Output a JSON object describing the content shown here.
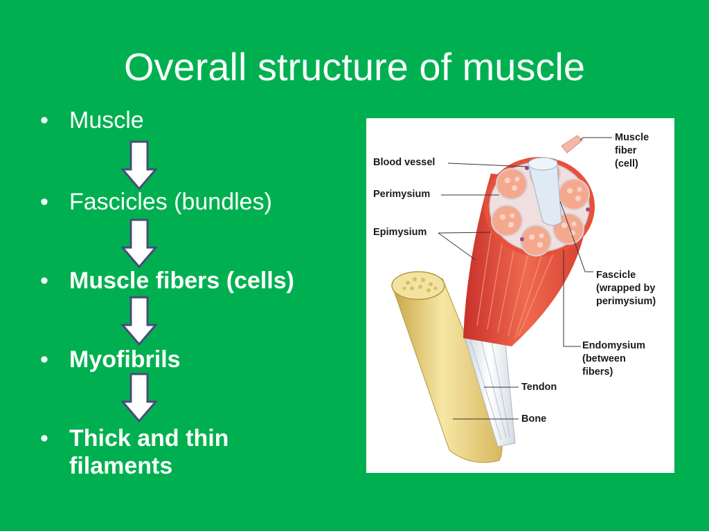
{
  "slide": {
    "title": "Overall structure of muscle",
    "bullets": [
      {
        "text": "Muscle",
        "bold": false
      },
      {
        "text": "Fascicles (bundles)",
        "bold": false
      },
      {
        "text": "Muscle fibers (cells)",
        "bold": true
      },
      {
        "text": "Myofibrils",
        "bold": true
      },
      {
        "text": "Thick and thin\nfilaments",
        "bold": true
      }
    ],
    "bullet_glyph": "•"
  },
  "diagram": {
    "labels": {
      "blood_vessel": "Blood vessel",
      "perimysium": "Perimysium",
      "epimysium": "Epimysium",
      "muscle_fiber": "Muscle\nfiber\n(cell)",
      "fascicle": "Fascicle\n(wrapped by\nperimysium)",
      "endomysium": "Endomysium\n(between\nfibers)",
      "tendon": "Tendon",
      "bone": "Bone"
    },
    "colors": {
      "background": "#00b050",
      "muscle": "#e8503a",
      "fascicle": "#f4a98f",
      "bone": "#f0dc8c",
      "tendon": "#eef2f6",
      "arrow_fill": "#ffffff",
      "arrow_stroke": "#4a4a7a"
    }
  }
}
